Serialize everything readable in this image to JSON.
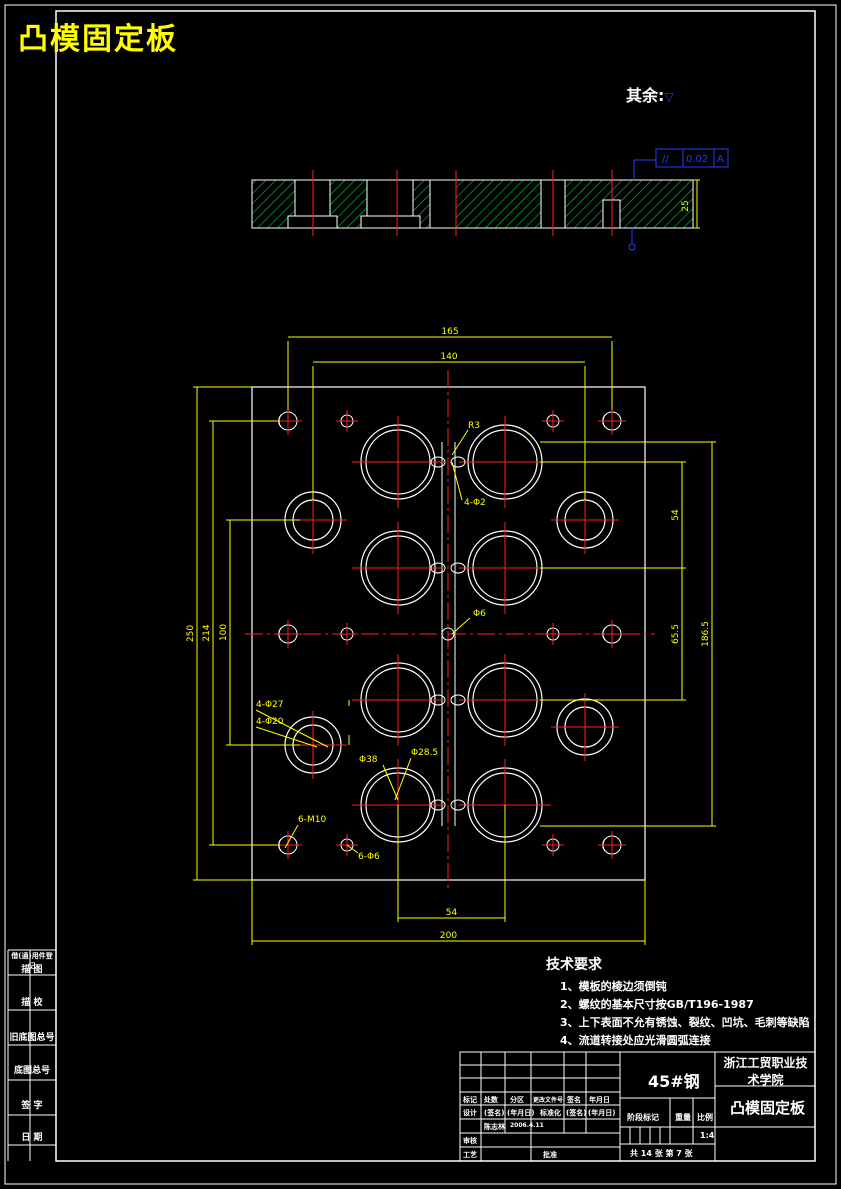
{
  "drawing_title": "凸模固定板",
  "surface_note": "其余:",
  "top_view_dims": {
    "overall_width": "200",
    "dim_165": "165",
    "dim_140": "140",
    "dim_54": "54",
    "height_250": "250",
    "height_214": "214",
    "height_100": "100",
    "dim_54_v": "54",
    "dim_65_5": "65.5",
    "dim_186_5": "186.5"
  },
  "callouts": {
    "r3": "R3",
    "four_phi2": "4-Φ2",
    "phi6": "Φ6",
    "four_phi27": "4-Φ27",
    "four_phi20": "4-Φ20",
    "phi38": "Φ38",
    "phi28_5": "Φ28.5",
    "six_m10": "6-M10",
    "six_phi6": "6-Φ6"
  },
  "section_view": {
    "thickness": "25",
    "tolerance_frame": [
      "//",
      "0.02",
      "A"
    ],
    "datum": "A"
  },
  "tech_requirements": {
    "title": "技术要求",
    "items": [
      "1、模板的棱边须倒钝",
      "2、螺纹的基本尺寸按GB/T196-1987",
      "3、上下表面不允有锈蚀、裂纹、凹坑、毛刺等缺陷",
      "4、流道转接处应光滑圆弧连接"
    ]
  },
  "title_block": {
    "material": "45#钢",
    "school": "浙江工贸职业技术学院",
    "part_name": "凸模固定板",
    "scale": "1:4",
    "sheet_info": "共 14 张  第 7 张",
    "row_labels": [
      "标记",
      "处数",
      "分区",
      "更改文件号",
      "签名",
      "年月日"
    ],
    "design_row": [
      "设计",
      "(签名)",
      "(年月日)",
      "标准化",
      "(签名)",
      "(年月日)"
    ],
    "designer": "陈志林",
    "date": "2006.4.11",
    "review": "审核",
    "process": "工艺",
    "approve": "批准",
    "stage_labels": [
      "阶段标记",
      "重量",
      "比例"
    ]
  },
  "side_panel": {
    "labels": [
      "借(通)用件登记",
      "描  图",
      "描  校",
      "旧底图总号",
      "底图总号",
      "签  字",
      "日  期"
    ]
  }
}
